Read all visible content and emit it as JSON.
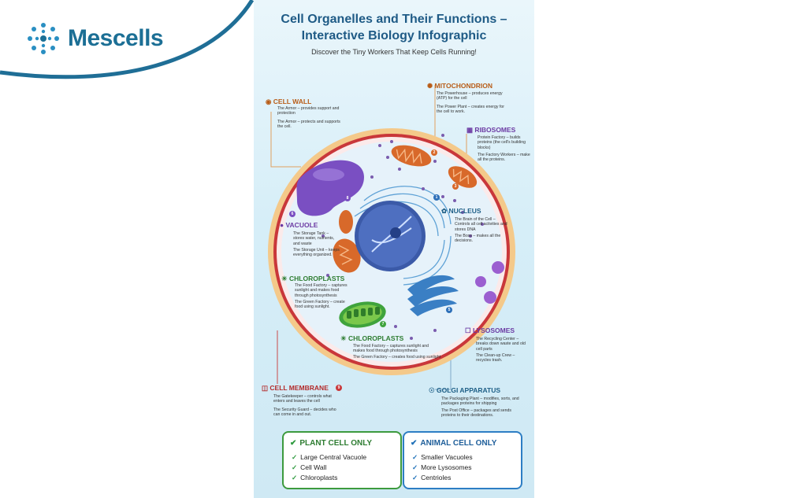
{
  "brand": {
    "name": "Mescells"
  },
  "poster": {
    "title_line1": "Cell Organelles and Their Functions –",
    "title_line2": "Interactive Biology Infographic",
    "subtitle": "Discover the Tiny Workers That Keep Cells Running!"
  },
  "labels": {
    "cell_wall": {
      "title": "CELL WALL",
      "desc": [
        "The Armor – provides support and protection",
        "The Armor – protects and supports the cell."
      ]
    },
    "mitochondrion": {
      "title": "MITOCHONDRION",
      "desc": [
        "The Powerhouse – produces energy (ATP) for the cell",
        "The Power Plant – creates energy for the cell to work."
      ]
    },
    "ribosomes": {
      "title": "RIBOSOMES",
      "desc": [
        "Protein Factory – builds proteins (the cell's building blocks)",
        "The Factory Workers – make all the proteins."
      ]
    },
    "nucleus": {
      "title": "NUCLEUS",
      "desc": [
        "The Brain of the Cell – Controls all cell activities and stores DNA",
        "The Boss – makes all the decisions."
      ]
    },
    "vacuole": {
      "title": "VACUOLE",
      "desc": [
        "The Storage Tank – stores water, nutrients, and waste",
        "The Storage Unit – keeps everything organized."
      ]
    },
    "chloroplasts_left": {
      "title": "CHLOROPLASTS",
      "desc": [
        "The Food Factory – captures sunlight and makes food through photosynthesis",
        "The Green Factory – create food using sunlight."
      ]
    },
    "chloroplasts_mid": {
      "title": "CHLOROPLASTS",
      "desc": [
        "The Food Factory – captures sunlight and makes food through photosynthesis",
        "The Green Factory – creates food using sunlight"
      ]
    },
    "lysosomes": {
      "title": "LYSOSOMES",
      "desc": [
        "The Recycling Center – breaks down waste and old cell parts",
        "The Clean-up Crew – recycles trash."
      ]
    },
    "cell_membrane": {
      "title": "CELL MEMBRANE",
      "desc": [
        "The Gatekeeper – controls what enters and leaves the cell",
        "The Security Guard – decides who can come in and out."
      ]
    },
    "golgi": {
      "title": "GOLGI APPARATUS",
      "desc": [
        "The Packaging Plant – modifies, sorts, and packages proteins for shipping",
        "The Post Office – packages and sends proteins to their destinations."
      ]
    }
  },
  "badges": [
    "1",
    "2",
    "3",
    "5",
    "6",
    "7",
    "8",
    "9"
  ],
  "plant_box": {
    "title": "PLANT CELL ONLY",
    "items": [
      "Large Central Vacuole",
      "Cell Wall",
      "Chloroplasts"
    ]
  },
  "animal_box": {
    "title": "ANIMAL CELL ONLY",
    "items": [
      "Smaller Vacuoles",
      "More Lysosomes",
      "Centrioles"
    ]
  },
  "colors": {
    "brand": "#1c6f95",
    "cell_wall": "#e07b3a",
    "membrane": "#c9373a",
    "nucleus": "#3b5aa8",
    "vacuole": "#7a4fc2",
    "chloroplast": "#3fa33c",
    "golgi": "#3a7fc4",
    "mitochondria": "#d8692a",
    "plant_border": "#3d9a3e",
    "animal_border": "#2d7ec4"
  },
  "icons": [
    "logo-mark",
    "cell-wall-icon",
    "mitochondrion-icon",
    "ribosomes-icon",
    "nucleus-icon",
    "vacuole-icon",
    "chloroplast-icon",
    "lysosome-icon",
    "cell-membrane-icon",
    "golgi-icon",
    "check-icon"
  ]
}
